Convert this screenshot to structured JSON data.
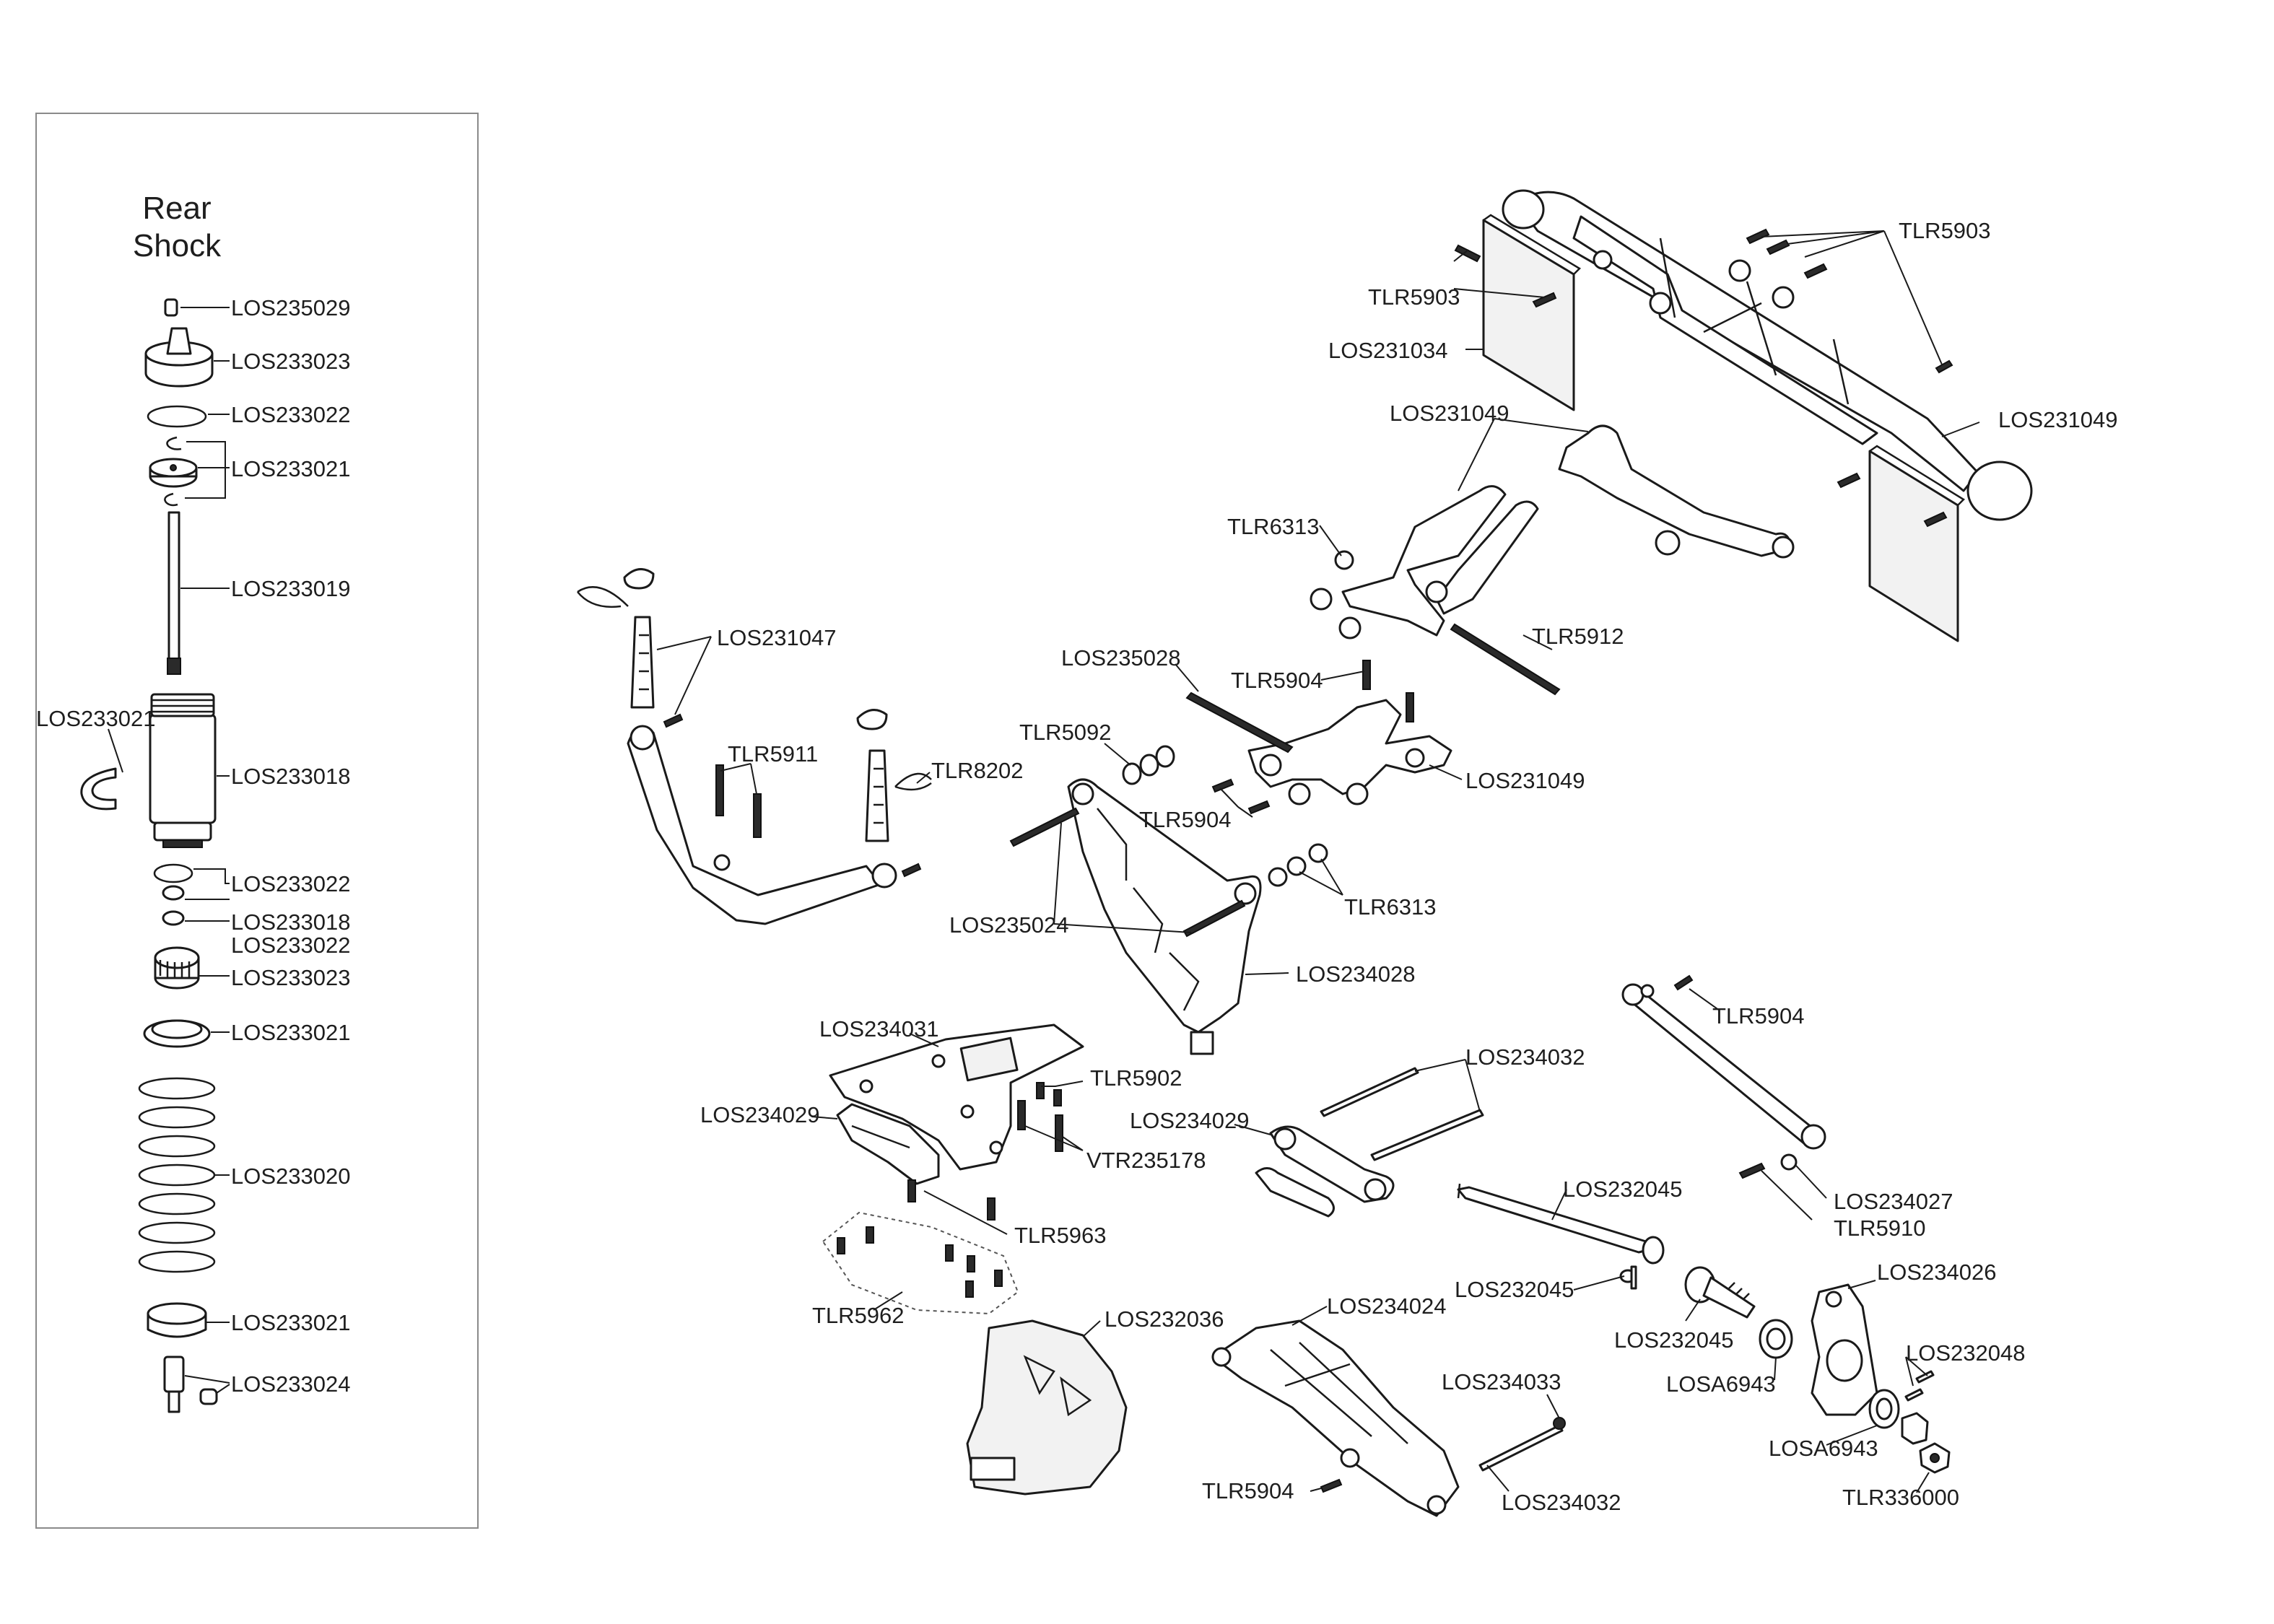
{
  "shock_panel": {
    "title_line1": "Rear",
    "title_line2": "Shock"
  },
  "labels": [
    {
      "id": "s1",
      "text": "LOS235029"
    },
    {
      "id": "s2",
      "text": "LOS233023"
    },
    {
      "id": "s3",
      "text": "LOS233022"
    },
    {
      "id": "s4",
      "text": "LOS233021"
    },
    {
      "id": "s5",
      "text": "LOS233019"
    },
    {
      "id": "s6",
      "text": "LOS233021"
    },
    {
      "id": "s7",
      "text": "LOS233018"
    },
    {
      "id": "s8",
      "text": "LOS233022"
    },
    {
      "id": "s9",
      "text": "LOS233018"
    },
    {
      "id": "s10",
      "text": "LOS233022"
    },
    {
      "id": "s11",
      "text": "LOS233023"
    },
    {
      "id": "s12",
      "text": "LOS233021"
    },
    {
      "id": "s13",
      "text": "LOS233020"
    },
    {
      "id": "s14",
      "text": "LOS233021"
    },
    {
      "id": "s15",
      "text": "LOS233024"
    },
    {
      "id": "m1",
      "text": "TLR5903"
    },
    {
      "id": "m2",
      "text": "TLR5903"
    },
    {
      "id": "m3",
      "text": "LOS231034"
    },
    {
      "id": "m4",
      "text": "LOS231049"
    },
    {
      "id": "m5",
      "text": "LOS231049"
    },
    {
      "id": "m6",
      "text": "TLR6313"
    },
    {
      "id": "m7",
      "text": "TLR5912"
    },
    {
      "id": "m8",
      "text": "LOS231047"
    },
    {
      "id": "m9",
      "text": "LOS235028"
    },
    {
      "id": "m10",
      "text": "TLR5904"
    },
    {
      "id": "m11",
      "text": "TLR5092"
    },
    {
      "id": "m12",
      "text": "TLR5911"
    },
    {
      "id": "m13",
      "text": "TLR8202"
    },
    {
      "id": "m14",
      "text": "LOS231049"
    },
    {
      "id": "m15",
      "text": "TLR5904"
    },
    {
      "id": "m16",
      "text": "TLR6313"
    },
    {
      "id": "m17",
      "text": "LOS235024"
    },
    {
      "id": "m18",
      "text": "LOS234028"
    },
    {
      "id": "m19",
      "text": "TLR5904"
    },
    {
      "id": "m20",
      "text": "LOS234031"
    },
    {
      "id": "m21",
      "text": "TLR5902"
    },
    {
      "id": "m22",
      "text": "LOS234032"
    },
    {
      "id": "m23",
      "text": "LOS234029"
    },
    {
      "id": "m24",
      "text": "LOS234029"
    },
    {
      "id": "m25",
      "text": "VTR235178"
    },
    {
      "id": "m26",
      "text": "LOS234027"
    },
    {
      "id": "m27",
      "text": "TLR5910"
    },
    {
      "id": "m28",
      "text": "LOS232045"
    },
    {
      "id": "m29",
      "text": "TLR5963"
    },
    {
      "id": "m30",
      "text": "LOS234026"
    },
    {
      "id": "m31",
      "text": "LOS232045"
    },
    {
      "id": "m32",
      "text": "LOS232045"
    },
    {
      "id": "m33",
      "text": "TLR5962"
    },
    {
      "id": "m34",
      "text": "LOS232036"
    },
    {
      "id": "m35",
      "text": "LOS234024"
    },
    {
      "id": "m36",
      "text": "LOS232048"
    },
    {
      "id": "m37",
      "text": "LOSA6943"
    },
    {
      "id": "m38",
      "text": "LOS234033"
    },
    {
      "id": "m39",
      "text": "LOSA6943"
    },
    {
      "id": "m40",
      "text": "TLR5904"
    },
    {
      "id": "m41",
      "text": "LOS234032"
    },
    {
      "id": "m42",
      "text": "TLR336000"
    }
  ]
}
